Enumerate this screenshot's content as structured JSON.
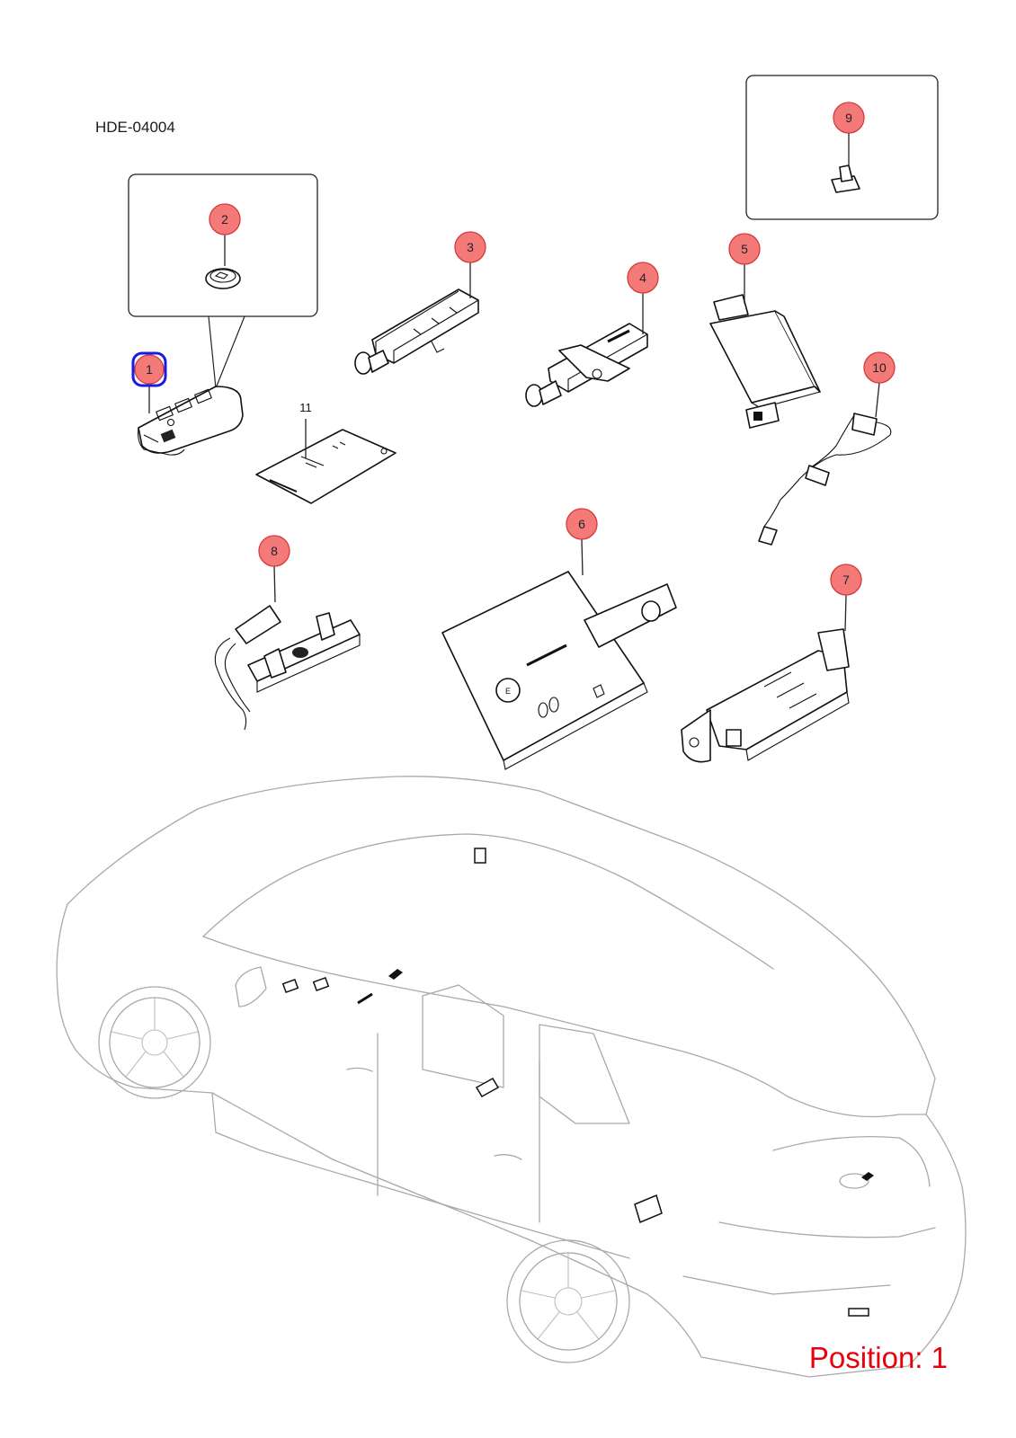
{
  "diagram": {
    "code": "HDE-04004",
    "position_label": "Position: 1",
    "callout_fill": "#f47a7a",
    "callout_stroke": "#d63a3a",
    "selected_outline": "#1a1ae6",
    "callouts": [
      {
        "id": "1",
        "label": "1",
        "selected": true
      },
      {
        "id": "2",
        "label": "2"
      },
      {
        "id": "3",
        "label": "3"
      },
      {
        "id": "4",
        "label": "4"
      },
      {
        "id": "5",
        "label": "5"
      },
      {
        "id": "6",
        "label": "6"
      },
      {
        "id": "7",
        "label": "7"
      },
      {
        "id": "8",
        "label": "8"
      },
      {
        "id": "9",
        "label": "9"
      },
      {
        "id": "10",
        "label": "10"
      }
    ],
    "plain_label": "11"
  }
}
